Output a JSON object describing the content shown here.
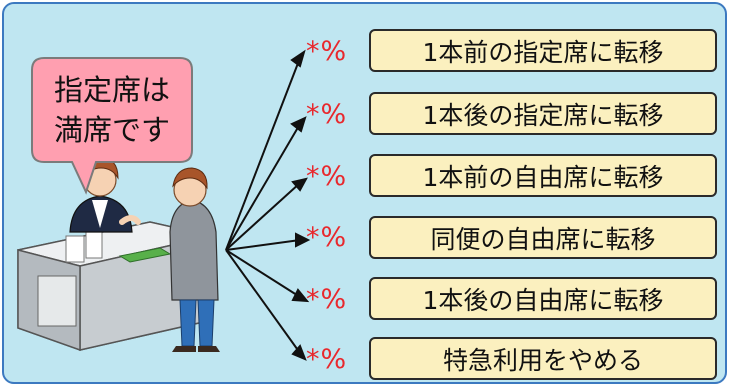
{
  "speech_bubble": {
    "line1": "指定席は",
    "line2": "満席です"
  },
  "options": [
    {
      "mark": "*%",
      "label": "1本前の指定席に転移"
    },
    {
      "mark": "*%",
      "label": "1本後の指定席に転移"
    },
    {
      "mark": "*%",
      "label": "1本前の自由席に転移"
    },
    {
      "mark": "*%",
      "label": "同便の自由席に転移"
    },
    {
      "mark": "*%",
      "label": "1本後の自由席に転移"
    },
    {
      "mark": "*%",
      "label": "特急利用をやめる"
    }
  ],
  "colors": {
    "panel_bg": "#bfe6f1",
    "panel_border": "#3c79c0",
    "bubble_fill": "#ff9fb0",
    "option_fill": "#fbf0bf",
    "mark_color": "#e8282d"
  }
}
